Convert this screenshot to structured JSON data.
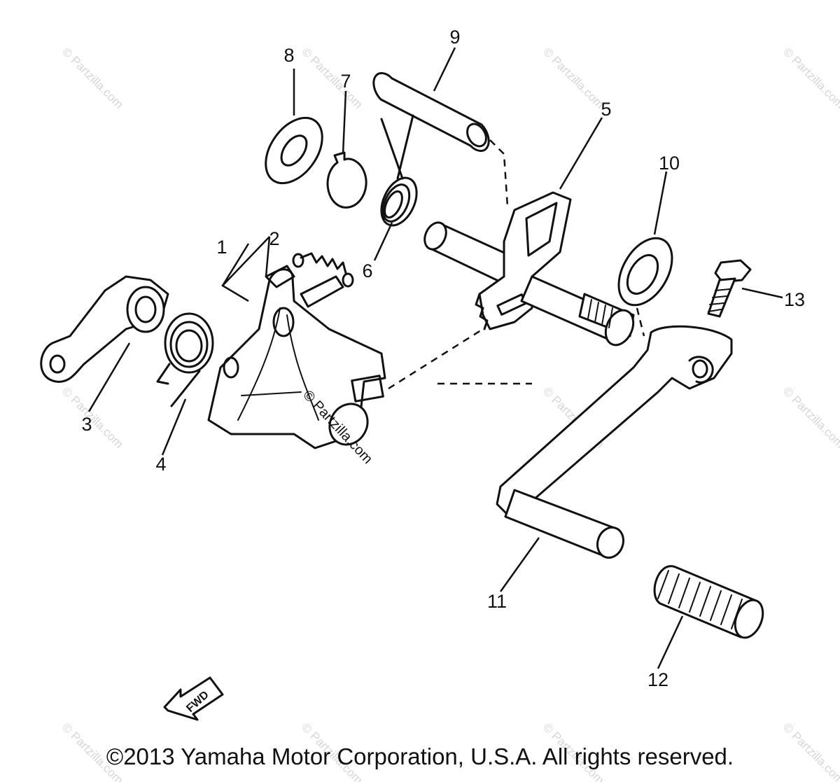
{
  "parts": {
    "p1": "1",
    "p2": "2",
    "p3": "3",
    "p4": "4",
    "p5": "5",
    "p6": "6",
    "p7": "7",
    "p8": "8",
    "p9": "9",
    "p10": "10",
    "p11": "11",
    "p12": "12",
    "p13": "13"
  },
  "watermark": {
    "light": "© Partzilla.com",
    "center": "© Partzilla.com"
  },
  "fwd_label": "FWD",
  "copyright": "©2013 Yamaha Motor Corporation, U.S.A. All rights reserved."
}
